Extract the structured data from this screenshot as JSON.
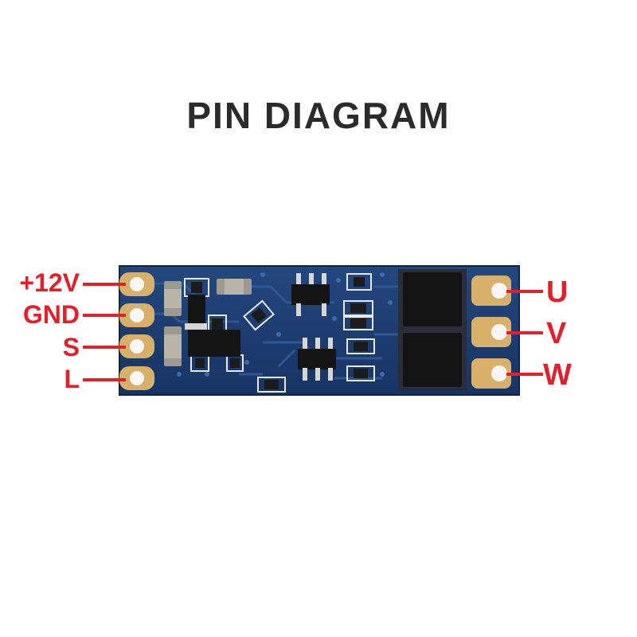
{
  "title": "PIN DIAGRAM",
  "pins": {
    "left": [
      "+12V",
      "GND",
      "S",
      "L"
    ],
    "right": [
      "U",
      "V",
      "W"
    ]
  },
  "colors": {
    "label": "#e0202a",
    "title": "#2b2b2b",
    "board": "#1d3e73",
    "pad": "#d9b06a",
    "chip": "#141414"
  }
}
